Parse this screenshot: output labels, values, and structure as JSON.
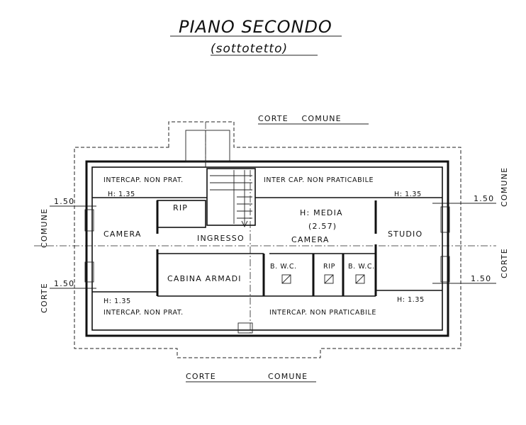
{
  "title": "PIANO SECONDO",
  "subtitle": "(sottotetto)",
  "courtyard": {
    "top": "CORTE COMUNE",
    "bottom_left": "CORTE",
    "bottom_right": "COMUNE",
    "left_upper": "COMUNE",
    "left_lower": "CORTE",
    "right_upper": "COMUNE",
    "right_lower": "CORTE"
  },
  "dimensions": {
    "left_top": "1.50",
    "left_bottom": "1.50",
    "right_top": "1.50",
    "right_bottom": "1.50"
  },
  "rooms": {
    "intercap_top_left": "INTERCAP. NON PRAT.",
    "intercap_top_right": "INTER CAP. NON PRATICABILE",
    "intercap_bottom_left": "INTERCAP. NON PRAT.",
    "intercap_bottom_right": "INTERCAP. NON PRATICABILE",
    "height_top_left": "H: 1.35",
    "height_top_right": "H: 1.35",
    "height_bottom_left": "H: 1.35",
    "height_bottom_right": "H: 1.35",
    "rip_top": "RIP",
    "camera_left": "CAMERA",
    "ingresso": "INGRESSO",
    "h_media": "H: MEDIA",
    "h_media_value": "(2.57)",
    "camera_center": "CAMERA",
    "studio": "STUDIO",
    "cabina_armadi": "CABINA ARMADI",
    "bwc_1": "B. W.C.",
    "rip_bottom": "RIP",
    "bwc_2": "B. W.C."
  }
}
